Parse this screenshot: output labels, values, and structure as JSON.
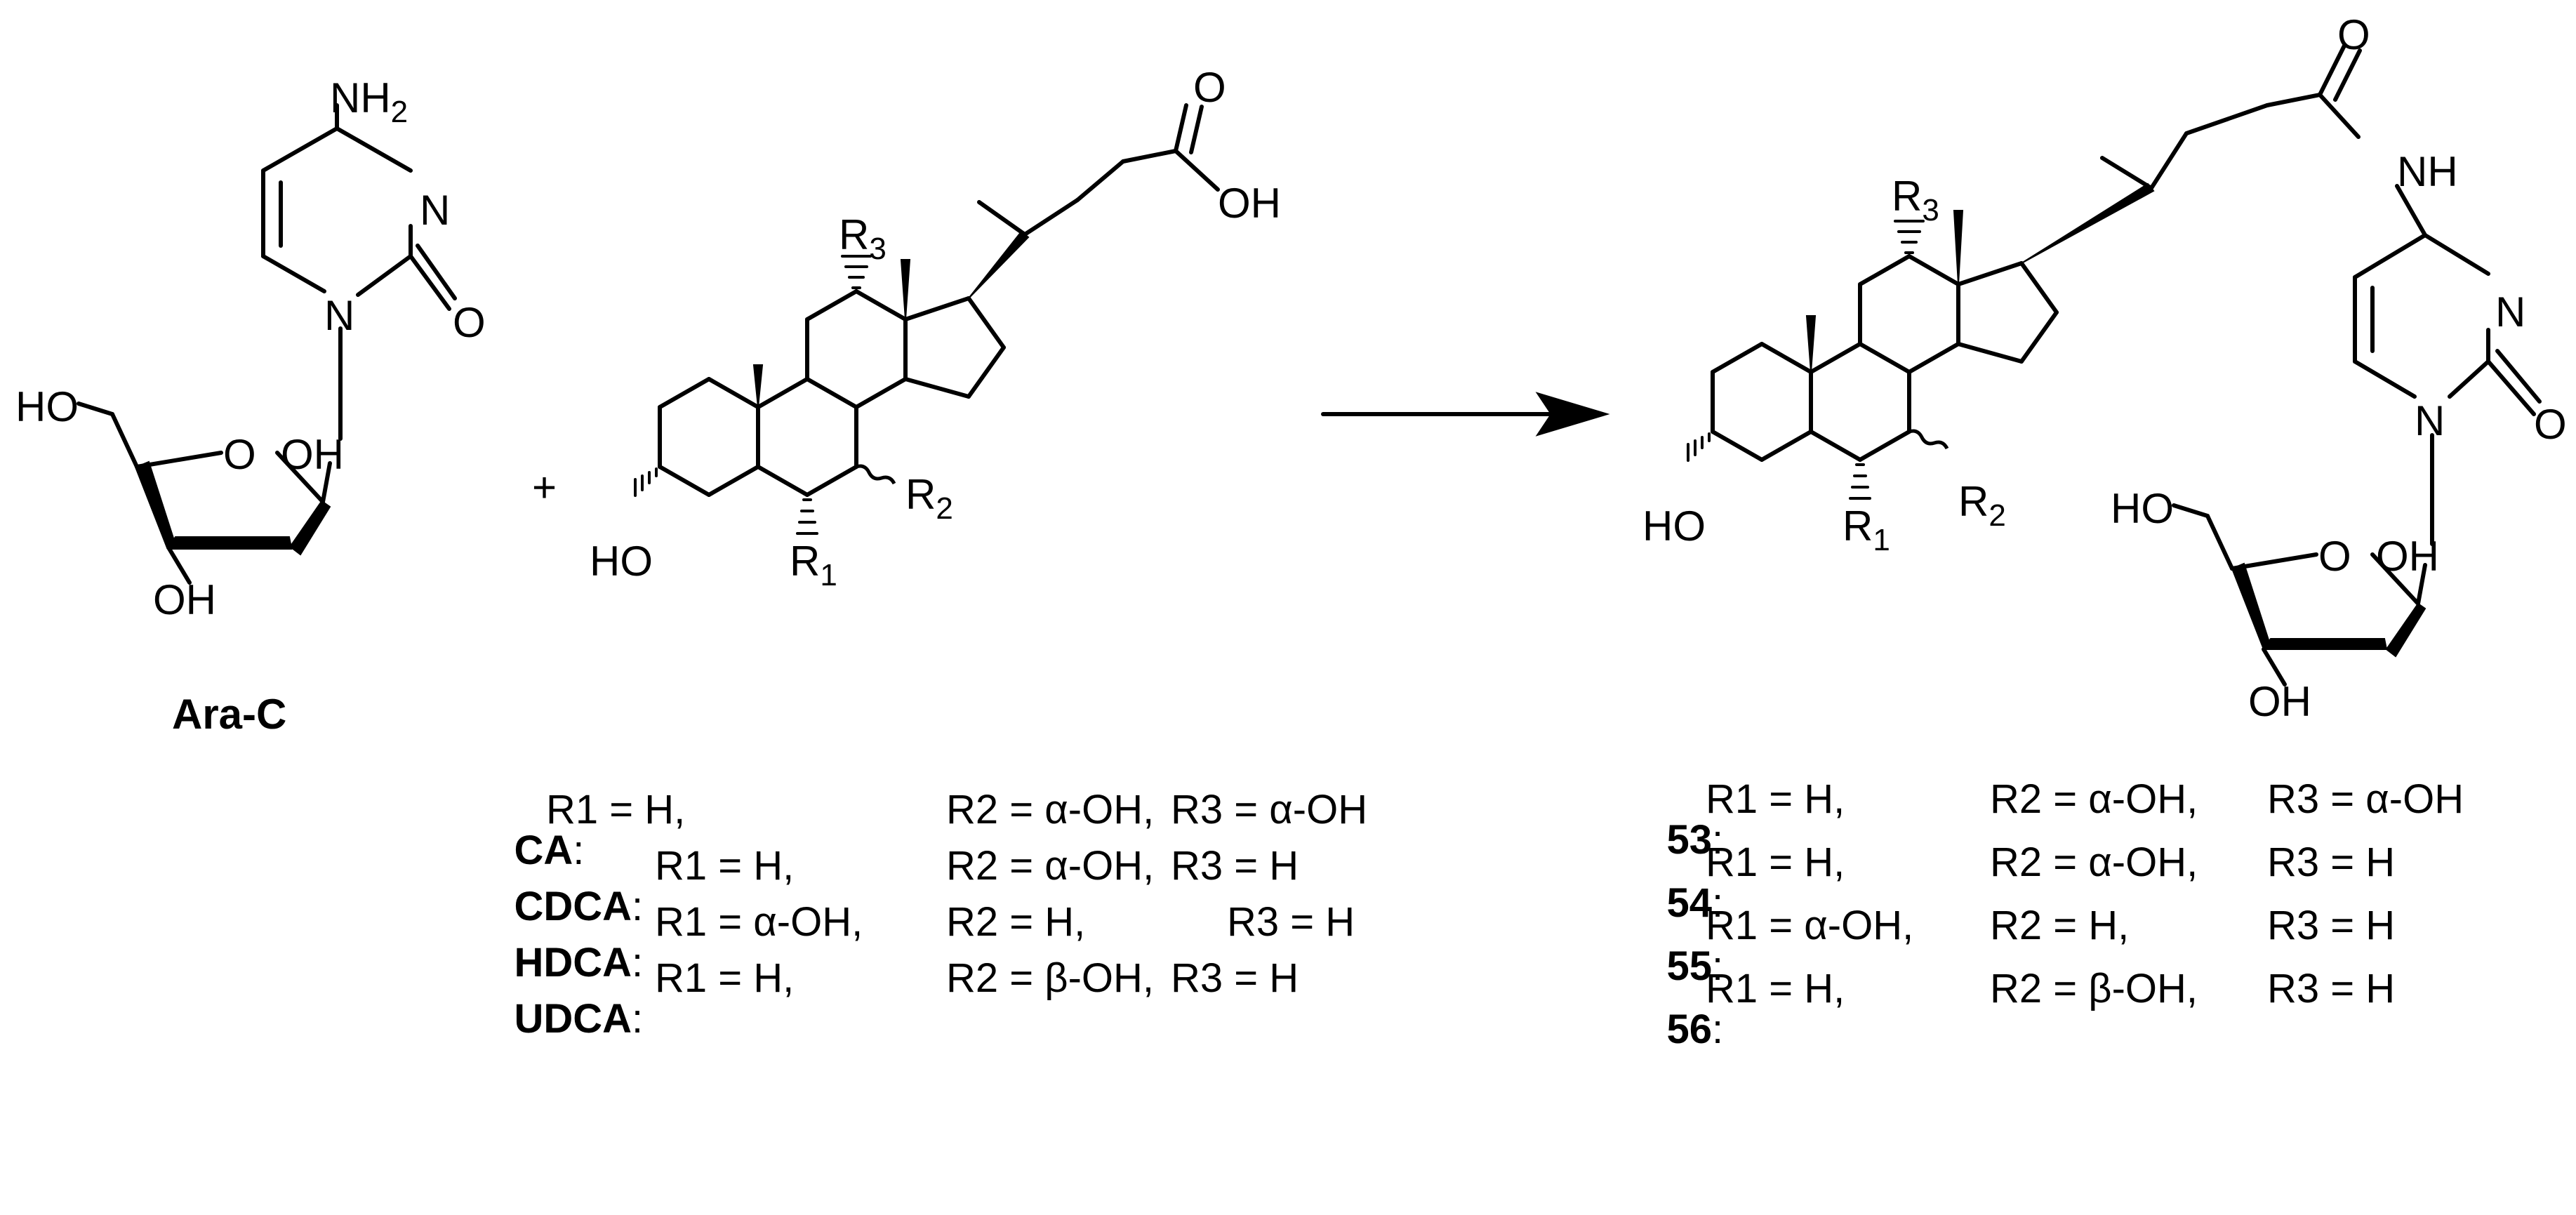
{
  "reactants": {
    "ara_c": {
      "name": "Ara-C",
      "atoms": {
        "amine": "NH",
        "amine_sub": "2",
        "n3": "N",
        "o2": "O",
        "n1": "N",
        "ho5": "HO",
        "o_ring": "O",
        "oh2": "OH",
        "oh3": "OH"
      }
    },
    "plus_sign": "+",
    "bile_acid": {
      "atoms": {
        "o_carbonyl": "O",
        "oh_acid": "OH",
        "ho3": "HO",
        "r1": "R",
        "r1_sub": "1",
        "r2": "R",
        "r2_sub": "2",
        "r3": "R",
        "r3_sub": "3"
      }
    }
  },
  "product": {
    "atoms": {
      "o_amide": "O",
      "nh": "NH",
      "n3": "N",
      "o2": "O",
      "n1": "N",
      "ho5": "HO",
      "o_ring": "O",
      "oh2": "OH",
      "oh3": "OH",
      "ho3_steroid": "HO",
      "r1": "R",
      "r1_sub": "1",
      "r2": "R",
      "r2_sub": "2",
      "r3": "R",
      "r3_sub": "3"
    }
  },
  "legend_left": [
    {
      "compound": "CA",
      "r1": "R1 = H,",
      "r2": "R2 = α-OH,",
      "r3": "R3 = α-OH"
    },
    {
      "compound": "CDCA",
      "r1": "R1 = H,",
      "r2": "R2 = α-OH,",
      "r3": "R3 = H"
    },
    {
      "compound": "HDCA",
      "r1": "R1 = α-OH,",
      "r2": "R2 = H,",
      "r3": "R3 = H"
    },
    {
      "compound": "UDCA",
      "r1": "R1 = H,",
      "r2": "R2 = β-OH,",
      "r3": "R3 = H"
    }
  ],
  "legend_right": [
    {
      "compound": "53",
      "r1": "R1 = H,",
      "r2": "R2 = α-OH,",
      "r3": "R3 = α-OH"
    },
    {
      "compound": "54",
      "r1": "R1 = H,",
      "r2": "R2 = α-OH,",
      "r3": "R3 = H"
    },
    {
      "compound": "55",
      "r1": "R1 = α-OH,",
      "r2": "R2 = H,",
      "r3": "R3 = H"
    },
    {
      "compound": "56",
      "r1": "R1 = H,",
      "r2": "R2 = β-OH,",
      "r3": "R3 = H"
    }
  ]
}
